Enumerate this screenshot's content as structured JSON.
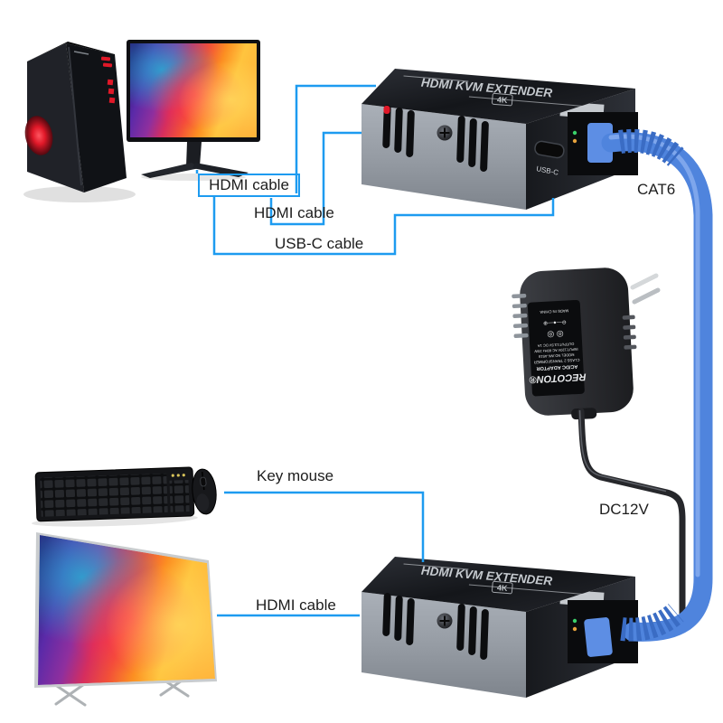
{
  "diagram": {
    "labels": {
      "hdmi_monitor": "HDMI cable",
      "hdmi_pc": "HDMI cable",
      "usbc": "USB-C cable",
      "cat6": "CAT6",
      "dc12v": "DC12V",
      "key_mouse": "Key mouse",
      "hdmi_tv": "HDMI cable"
    },
    "devices": {
      "transmitter": {
        "top_label": "HDMI KVM EXTENDER",
        "badge": "4K",
        "port_label": "USB-C"
      },
      "receiver": {
        "top_label": "HDMI KVM EXTENDER",
        "badge": "4K"
      },
      "power_adapter": {
        "label_lines": [
          "RECOTON®",
          "AC/DC ADAPTOR",
          "CLASS 2 TRANSFORMER",
          "MODEL NO.WK-A518",
          "INPUT:120V AC 60Hz 20W",
          "OUTPUT:13.5V DC 1A",
          "◎   ◎",
          "⊖—●—⊕",
          "MADE IN CHINA"
        ]
      }
    },
    "colors": {
      "connector_line": "#1d9bf0",
      "cat6_cable": "#4f84dd",
      "accent_red": "#e01828"
    }
  }
}
